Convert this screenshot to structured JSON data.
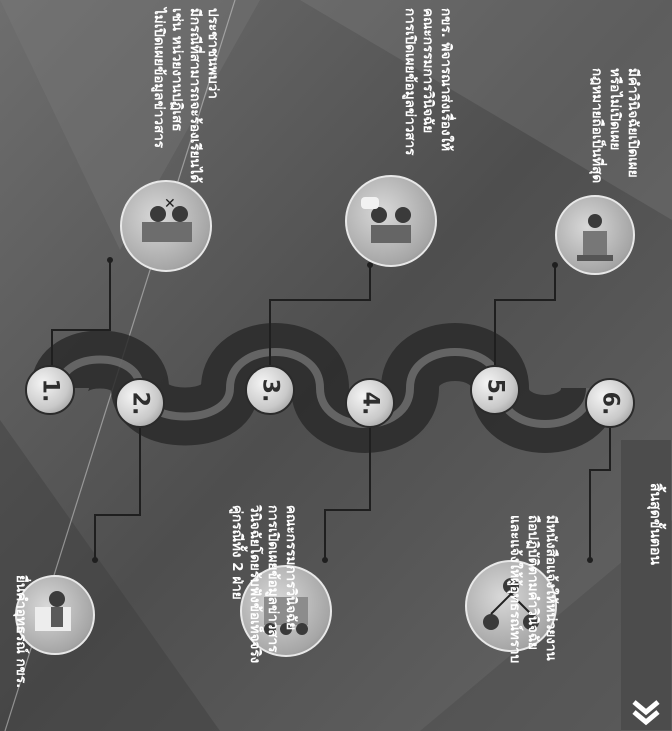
{
  "colors": {
    "background": "#5a5a5a",
    "path": "#2f2f2f",
    "text": "#ffffff",
    "badge": "#d8d8d8"
  },
  "steps": [
    {
      "number": "1.",
      "lines": [
        "ประชาชนพบว่า",
        "มีกรณีที่สามารถจะร้องเรียนได้",
        "เช่น หน่วยงานปฏิเสธ",
        "ไม่เปิดเผยข้อมูลข่าวสาร"
      ],
      "icon": "officials-rejecting-icon"
    },
    {
      "number": "2.",
      "lines": [
        "ยื่นคำอุทธรณ์ กขร."
      ],
      "icon": "person-filing-appeal-icon"
    },
    {
      "number": "3.",
      "lines": [
        "กขร. พิจารณาส่งเรื่องให้",
        "คณะกรรมการวินิจฉัย",
        "การเปิดเผยข้อมูลข่าวสาร"
      ],
      "icon": "committee-discussion-icon"
    },
    {
      "number": "4.",
      "lines": [
        "คณะกรรมการวินิจฉัย",
        "การเปิดเผยข้อมูลข่าวสาร",
        "วินิจฉัยโดยรับฟังข้อเท็จจริง",
        "คู่กรณีทั้ง 2 ฝ่าย"
      ],
      "icon": "hearing-meeting-icon"
    },
    {
      "number": "5.",
      "lines": [
        "มีคำวินิจฉัยเปิดเผย",
        "หรือไม่เปิดเผย",
        "กฎหมายถือเป็นที่สุด"
      ],
      "icon": "judge-podium-icon"
    },
    {
      "number": "6.",
      "lines": [
        "มีหนังสือแจ้งให้หน่วยงาน",
        "ถือปฏิบัติตามคำวินิจฉัย",
        "และแจ้งให้ผู้อุทธรณ์ทราบ"
      ],
      "icon": "notification-network-icon"
    }
  ],
  "footer": {
    "label": "สิ้นสุดขั้นตอน",
    "icon": "double-chevron-icon"
  }
}
